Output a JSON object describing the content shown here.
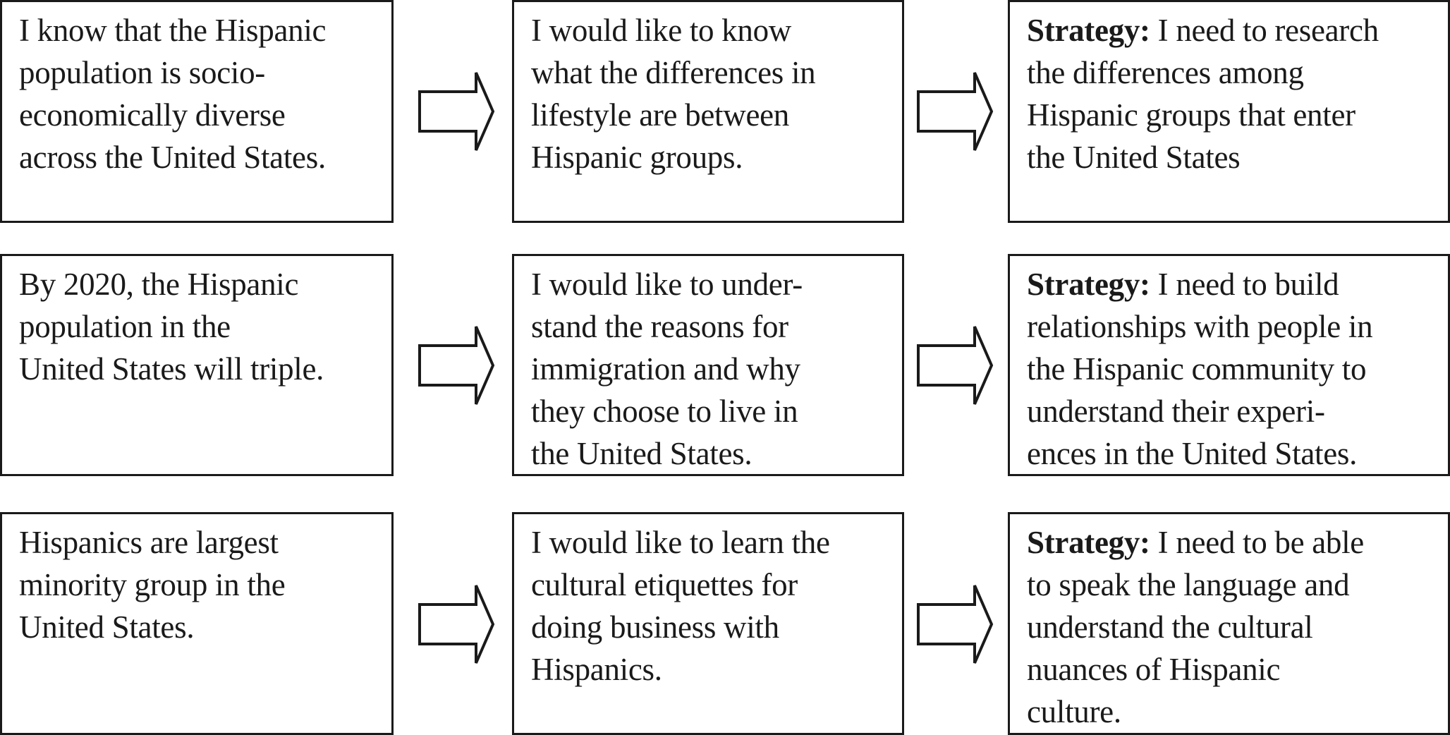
{
  "rows": [
    {
      "known": [
        "I know that the Hispanic",
        "population is socio-",
        "economically diverse",
        "across the United States."
      ],
      "want": [
        "I would like to know",
        "what the differences in",
        "lifestyle are between",
        "Hispanic groups."
      ],
      "strategy_label": "Strategy:",
      "strategy": [
        " I need to research",
        "the differences among",
        "Hispanic groups that enter",
        "the United States"
      ]
    },
    {
      "known": [
        "By 2020, the Hispanic",
        "population in the",
        "United States will triple."
      ],
      "want": [
        "I would like to under-",
        "stand the reasons for",
        "immigration and why",
        "they choose to live in",
        "the United States."
      ],
      "strategy_label": "Strategy:",
      "strategy": [
        " I need to build",
        "relationships with people in",
        "the Hispanic community to",
        "understand their experi-",
        "ences in the United States."
      ]
    },
    {
      "known": [
        "Hispanics are largest",
        "minority group in the",
        "United States."
      ],
      "want": [
        "I would like to learn the",
        "cultural etiquettes for",
        "doing business with",
        "Hispanics."
      ],
      "strategy_label": "Strategy:",
      "strategy": [
        " I need to be able",
        "to speak the language and",
        "understand the cultural",
        "nuances of Hispanic",
        "culture."
      ]
    }
  ],
  "icons": {
    "arrow": "right-arrow-icon"
  }
}
